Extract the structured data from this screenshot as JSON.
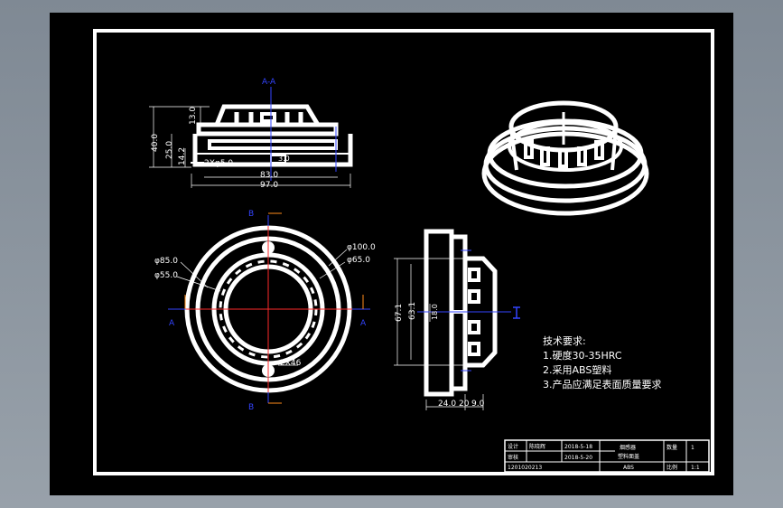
{
  "drawing": {
    "section_marker_top": "A-A",
    "dimensions": {
      "height_40": "40.0",
      "height_25": "25.0",
      "height_14": "14.2",
      "height_13": "13.0",
      "width_83": "83.0",
      "width_97": "97.0",
      "hole_count": "2Xφ5.0",
      "small_3": "3.0",
      "dia_100": "φ100.0",
      "dia_65": "φ65.0",
      "dia_85": "φ85.0",
      "dia_55": "φ55.0",
      "slot_count": "2X46",
      "side_67": "67.1",
      "side_63": "63.1",
      "side_18": "18.0",
      "side_24": "24.0",
      "side_20": "20",
      "side_9": "9.0"
    },
    "section_labels": {
      "a_left": "A",
      "a_right": "A",
      "b_top": "B",
      "b_bottom": "B"
    },
    "requirements": {
      "heading": "技术要求:",
      "items": [
        "1.硬度30-35HRC",
        "2.采用ABS塑料",
        "3.产品应满足表面质量要求"
      ]
    },
    "title_block": {
      "designer_label": "设计",
      "designer_name": "陈晓辉",
      "designer_date": "2018-5-18",
      "checker_label": "审核",
      "checker_date": "2018-5-20",
      "part_name_1": "烟感器",
      "part_name_2": "塑料面盖",
      "material": "ABS",
      "drawing_number": "1201020213",
      "count_label": "数量",
      "count_value": "1",
      "scale_label": "比例",
      "scale_value": "1:1"
    }
  },
  "colors": {
    "paper": "#000000",
    "lines": "#ffffff",
    "center_lines": "#ff2a2a",
    "section_marks": "#3344ff",
    "arrows": "#ff8c1a"
  }
}
